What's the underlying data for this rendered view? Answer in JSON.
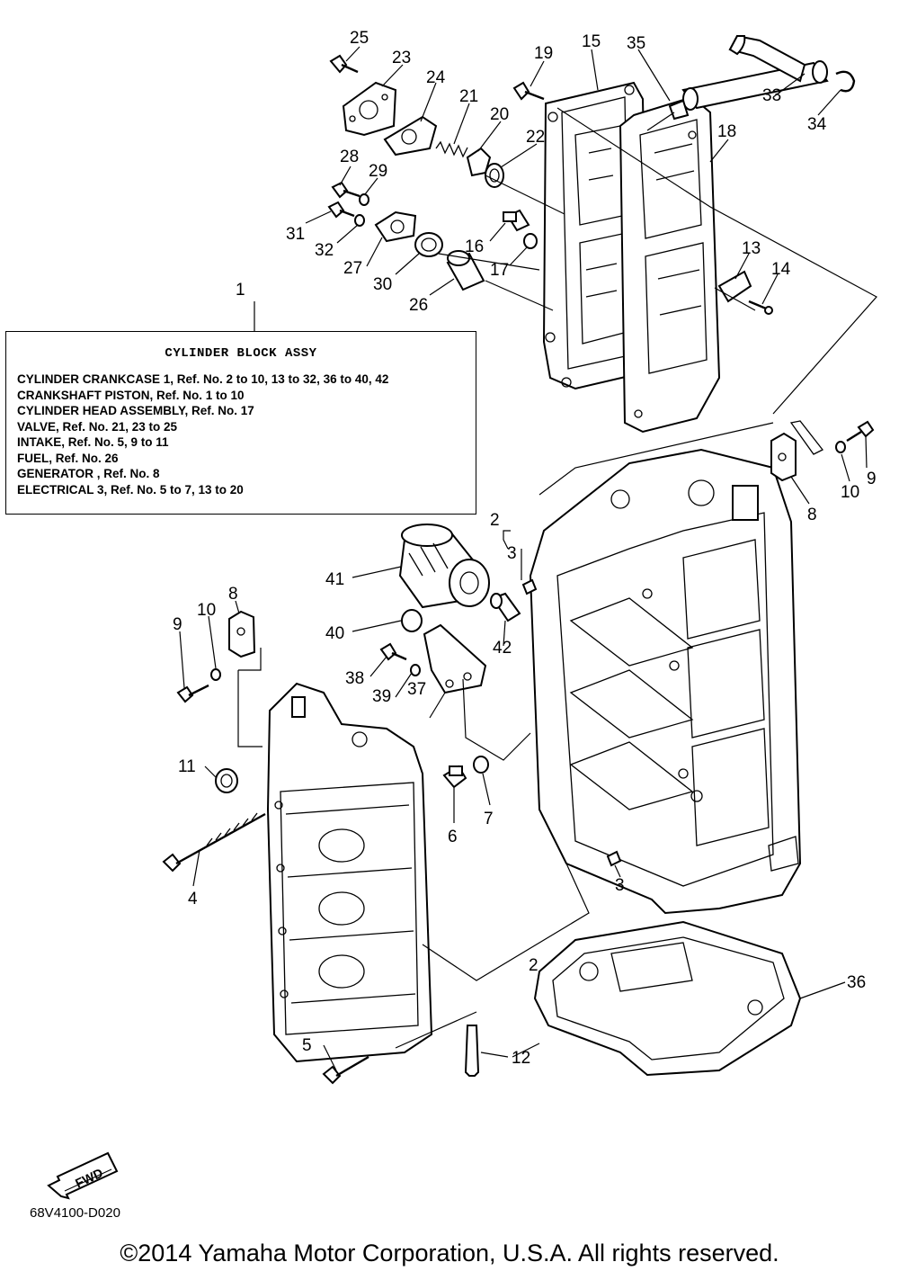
{
  "assy_box": {
    "title": "CYLINDER BLOCK ASSY",
    "lines": [
      "CYLINDER CRANKCASE 1,  Ref. No. 2 to 10, 13 to 32, 36 to 40, 42",
      "CRANKSHAFT PISTON,  Ref. No. 1 to 10",
      "CYLINDER HEAD ASSEMBLY,  Ref. No. 17",
      "VALVE,  Ref. No. 21, 23 to 25",
      "INTAKE, Ref. No. 5, 9 to 11",
      "FUEL,  Ref. No. 26",
      "GENERATOR ,  Ref. No. 8",
      "ELECTRICAL 3,  Ref. No. 5 to 7, 13 to 20"
    ]
  },
  "callouts": {
    "n1": "1",
    "n2a": "2",
    "n2b": "2",
    "n3a": "3",
    "n3b": "3",
    "n4": "4",
    "n5": "5",
    "n6": "6",
    "n7": "7",
    "n8a": "8",
    "n8b": "8",
    "n9a": "9",
    "n9b": "9",
    "n10a": "10",
    "n10b": "10",
    "n11": "11",
    "n12": "12",
    "n13": "13",
    "n14": "14",
    "n15": "15",
    "n16": "16",
    "n17": "17",
    "n18": "18",
    "n19": "19",
    "n20": "20",
    "n21": "21",
    "n22": "22",
    "n23": "23",
    "n24": "24",
    "n25": "25",
    "n26": "26",
    "n27": "27",
    "n28": "28",
    "n29": "29",
    "n30": "30",
    "n31": "31",
    "n32": "32",
    "n33": "33",
    "n34": "34",
    "n35": "35",
    "n36": "36",
    "n37": "37",
    "n38": "38",
    "n39": "39",
    "n40": "40",
    "n41": "41",
    "n42": "42"
  },
  "fwd_label": "FWD",
  "drawing_code": "68V4100-D020",
  "copyright": "©2014 Yamaha Motor Corporation, U.S.A. All rights reserved."
}
